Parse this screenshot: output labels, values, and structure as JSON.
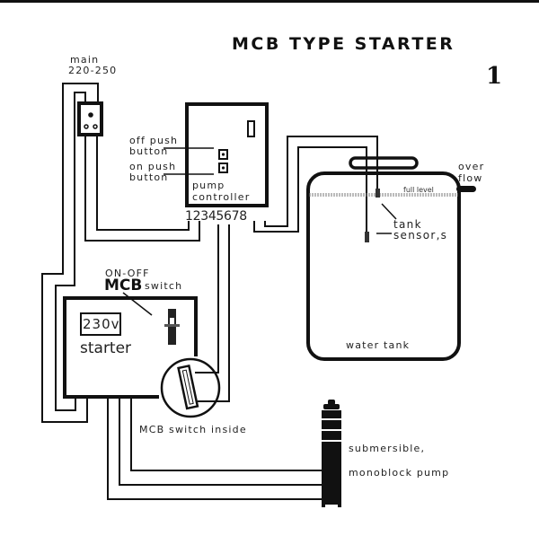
{
  "title": "MCB TYPE STARTER",
  "page_number": "1",
  "labels": {
    "main_line1": "main",
    "main_line2": "220-250",
    "off_push_line1": "off push",
    "off_push_line2": "button",
    "on_push_line1": "on push",
    "on_push_line2": "button",
    "controller_line1": "pump",
    "controller_line2": "controller",
    "terminals": "12345678",
    "on_off": "ON-OFF",
    "mcb": "MCB",
    "switch": "switch",
    "voltage": "230v",
    "starter": "starter",
    "mcb_inside": "MCB switch inside",
    "full_level": "full level",
    "overflow_line1": "over",
    "overflow_line2": "flow",
    "tank_line1": "tank",
    "tank_line2": "sensor,s",
    "water_tank": "water tank",
    "pump_line1": "submersible,",
    "pump_line2": "monoblock pump"
  },
  "components": [
    {
      "name": "main-socket",
      "icon": "socket-icon"
    },
    {
      "name": "pump-controller",
      "icon": "controller-box"
    },
    {
      "name": "starter-box",
      "icon": "starter-box"
    },
    {
      "name": "mcb-switch",
      "icon": "mcb-icon"
    },
    {
      "name": "water-tank",
      "icon": "tank-icon"
    },
    {
      "name": "tank-sensors",
      "icon": "sensor-icon"
    },
    {
      "name": "submersible-pump",
      "icon": "pump-icon"
    }
  ]
}
